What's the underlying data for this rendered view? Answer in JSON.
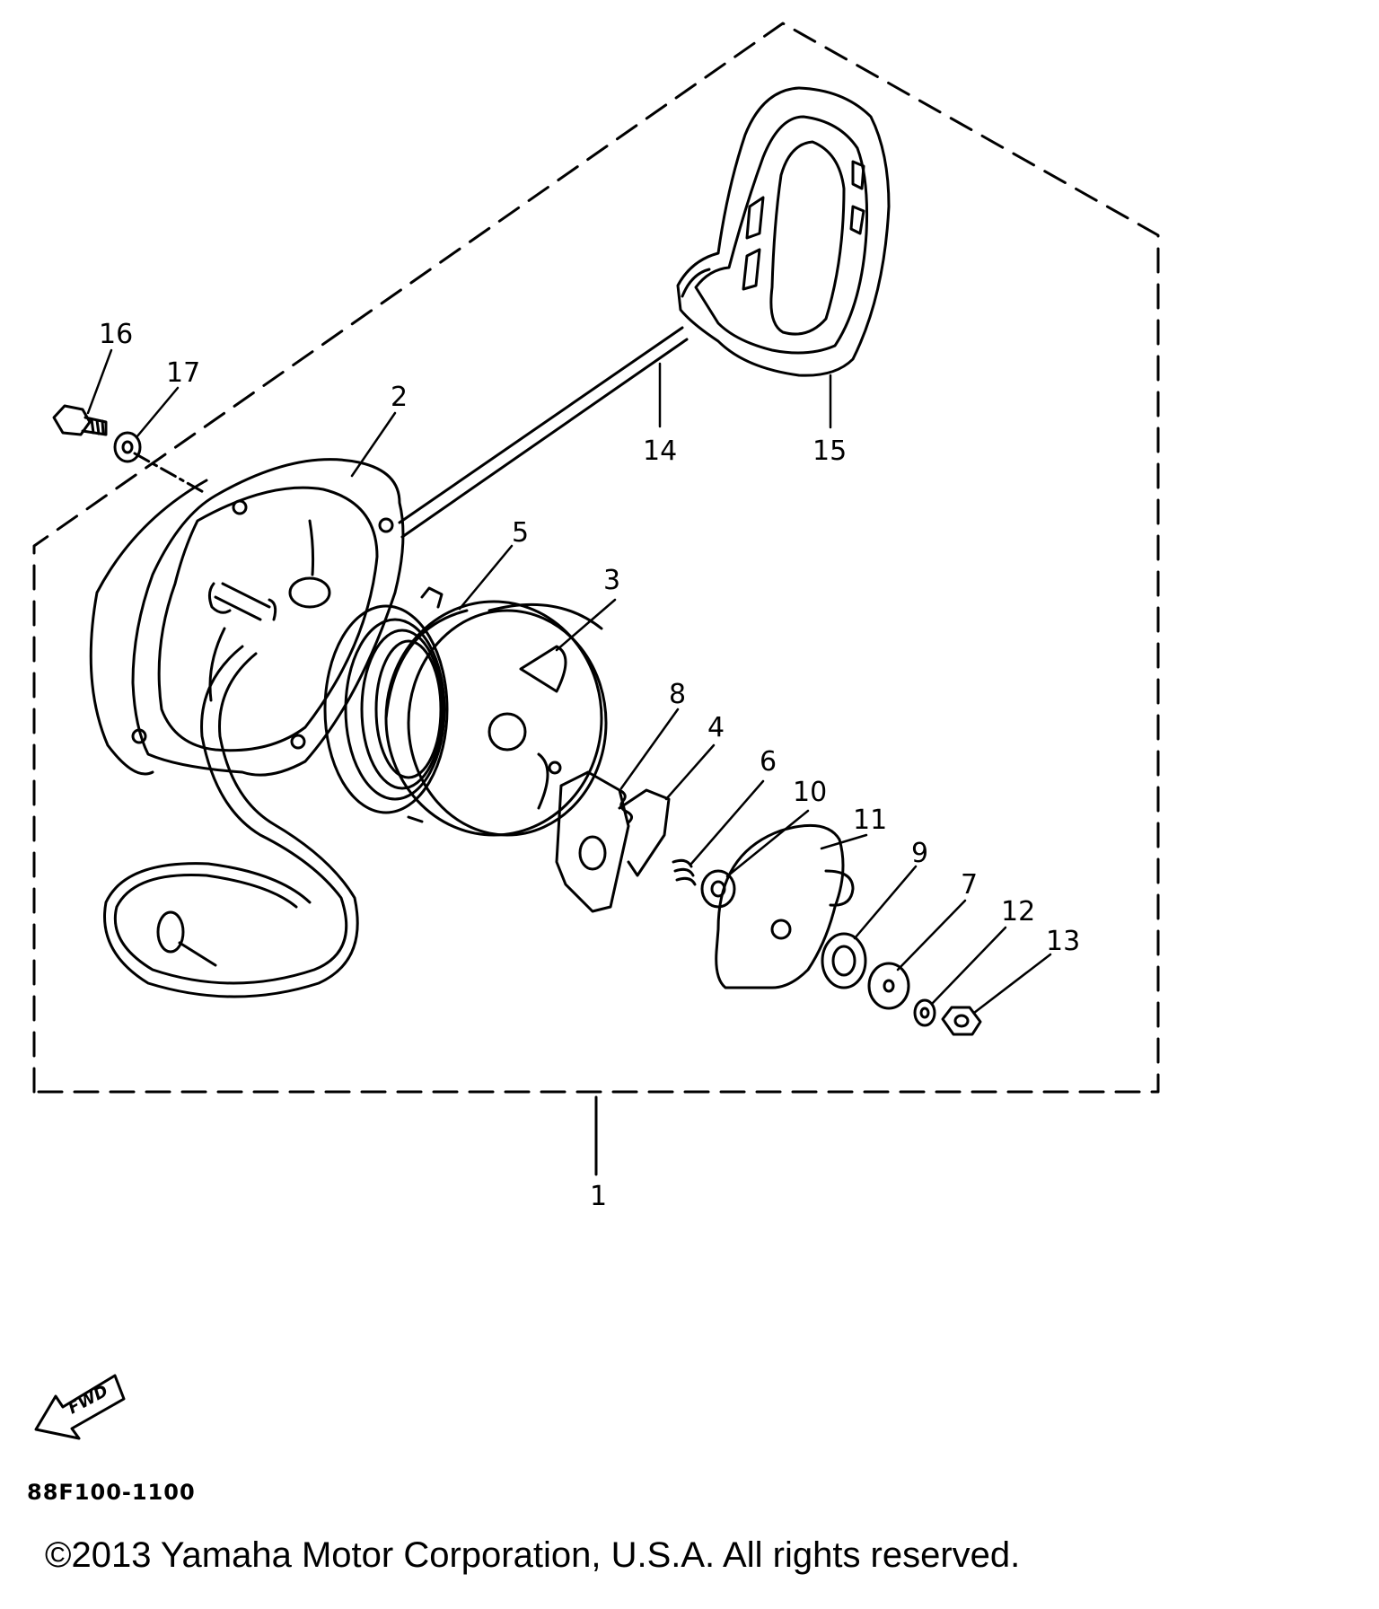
{
  "diagram": {
    "callouts": [
      {
        "id": "1",
        "label": "1"
      },
      {
        "id": "2",
        "label": "2"
      },
      {
        "id": "3",
        "label": "3"
      },
      {
        "id": "4",
        "label": "4"
      },
      {
        "id": "5",
        "label": "5"
      },
      {
        "id": "6",
        "label": "6"
      },
      {
        "id": "7",
        "label": "7"
      },
      {
        "id": "8",
        "label": "8"
      },
      {
        "id": "9",
        "label": "9"
      },
      {
        "id": "10",
        "label": "10"
      },
      {
        "id": "11",
        "label": "11"
      },
      {
        "id": "12",
        "label": "12"
      },
      {
        "id": "13",
        "label": "13"
      },
      {
        "id": "14",
        "label": "14"
      },
      {
        "id": "15",
        "label": "15"
      },
      {
        "id": "16",
        "label": "16"
      },
      {
        "id": "17",
        "label": "17"
      }
    ],
    "fwd_label": "FWD",
    "part_code": "88F100-1100",
    "copyright": "©2013 Yamaha Motor Corporation, U.S.A. All rights reserved."
  }
}
